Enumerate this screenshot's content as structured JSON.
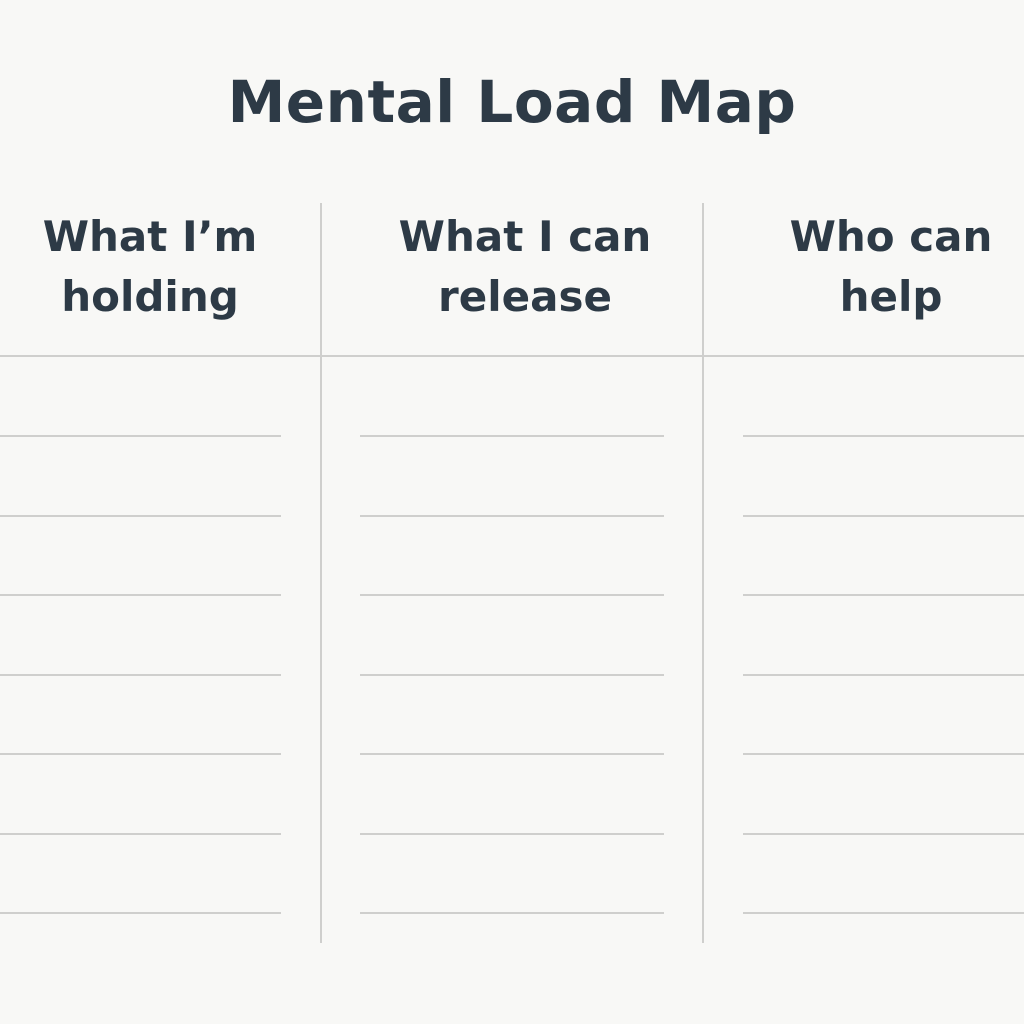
{
  "title": "Mental Load Map",
  "columns": [
    {
      "header": "What I’m\nholding"
    },
    {
      "header": "What I can\nrelease"
    },
    {
      "header": "Who can\nhelp"
    }
  ],
  "colors": {
    "background": "#f8f8f6",
    "text": "#2d3a46",
    "lines": "#cfcfcd"
  }
}
